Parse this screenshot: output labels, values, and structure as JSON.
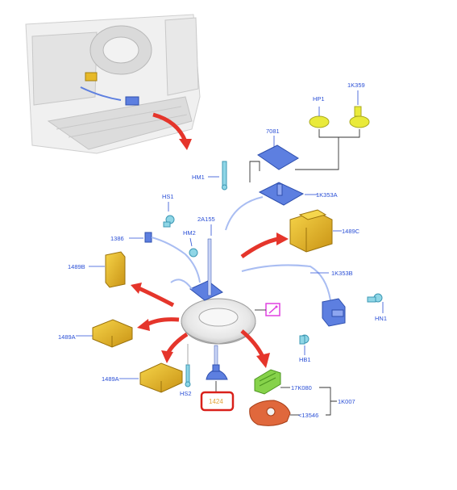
{
  "labels": {
    "hp1": "HP1",
    "k359": "1K359",
    "n7081": "7081",
    "hm1": "HM1",
    "k353a": "1K353A",
    "hs1": "HS1",
    "n2a155": "2A155",
    "n1386": "1386",
    "hm2": "HM2",
    "n1489c": "1489C",
    "n1489b": "1489B",
    "k353b": "1K353B",
    "hn1": "HN1",
    "n1489a_upper": "1489A",
    "hb1": "HB1",
    "n1489a_lower": "1489A",
    "hs2": "HS2",
    "n17k080": "17K080",
    "k007": "1K007",
    "n13546": "<13546",
    "n1424": "1424"
  },
  "colors": {
    "label_blue": "#2a4fd6",
    "part_yellow": "#e7b928",
    "part_blue": "#5d7fe0",
    "part_green": "#86d24a",
    "part_orange": "#e0683c",
    "arrow_red": "#e5352b",
    "highlight_red": "#d9201a",
    "highlight_text": "#e2a43a",
    "magenta_marker": "#e040e0"
  },
  "highlighted_part": "1424"
}
